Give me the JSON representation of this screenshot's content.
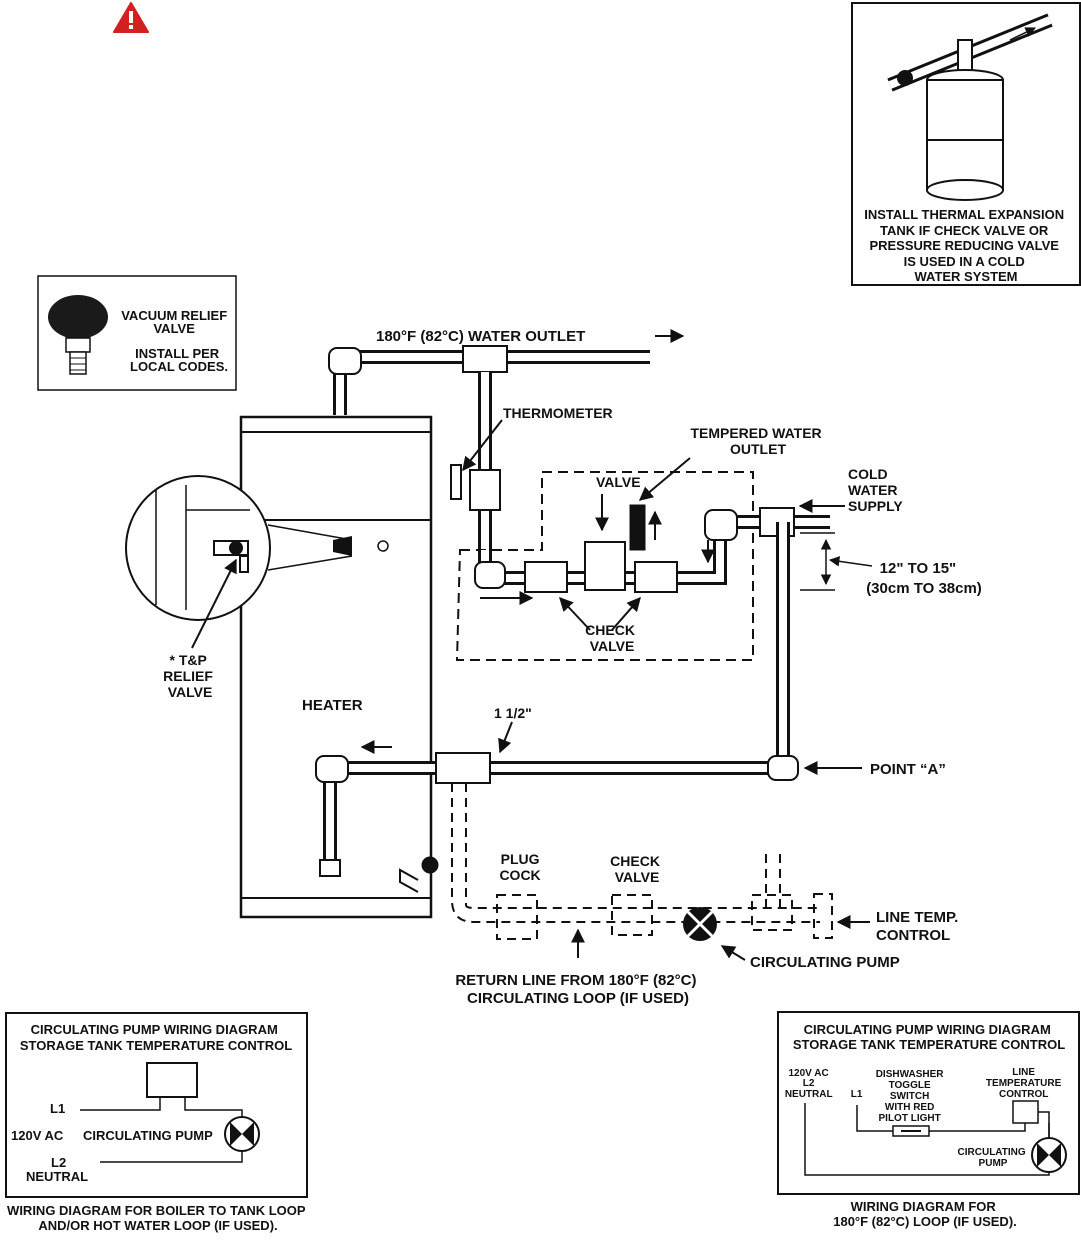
{
  "warning_icon": "warning-triangle-icon",
  "expansion_tank": {
    "lines": [
      "INSTALL THERMAL EXPANSION",
      "TANK IF CHECK VALVE OR",
      "PRESSURE REDUCING VALVE",
      "IS USED IN A COLD",
      "WATER SYSTEM"
    ]
  },
  "vacuum_relief": {
    "title_lines": [
      "VACUUM RELIEF",
      "VALVE"
    ],
    "note_lines": [
      "INSTALL PER",
      "LOCAL CODES."
    ]
  },
  "labels": {
    "water_outlet": "180°F (82°C) WATER OUTLET",
    "thermometer": "THERMOMETER",
    "tempered_outlet": [
      "TEMPERED WATER",
      "OUTLET"
    ],
    "valve": "VALVE",
    "cold_supply": [
      "COLD",
      "WATER",
      "SUPPLY"
    ],
    "dimension": [
      "12\" TO 15\"",
      "(30cm TO 38cm)"
    ],
    "check_valve_upper": [
      "CHECK",
      "VALVE"
    ],
    "tp_relief": [
      "* T&P",
      "RELIEF",
      "VALVE"
    ],
    "heater": "HEATER",
    "pipe_size": "1 1/2\"",
    "point_a": "POINT “A”",
    "plug_cock": [
      "PLUG",
      "COCK"
    ],
    "check_valve_lower": [
      "CHECK",
      "VALVE"
    ],
    "line_temp_control": [
      "LINE TEMP.",
      "CONTROL"
    ],
    "circulating_pump": "CIRCULATING PUMP",
    "return_line": [
      "RETURN LINE FROM 180°F (82°C)",
      "CIRCULATING LOOP (IF USED)"
    ]
  },
  "wiring_left": {
    "title_lines": [
      "CIRCULATING PUMP WIRING DIAGRAM",
      "STORAGE TANK TEMPERATURE CONTROL"
    ],
    "l1": "L1",
    "voltage": "120V AC",
    "pump": "CIRCULATING PUMP",
    "l2": "L2",
    "neutral": "NEUTRAL",
    "caption_lines": [
      "WIRING DIAGRAM FOR BOILER TO TANK LOOP",
      "AND/OR HOT WATER LOOP (IF USED)."
    ]
  },
  "wiring_right": {
    "title_lines": [
      "CIRCULATING PUMP WIRING DIAGRAM",
      "STORAGE TANK TEMPERATURE CONTROL"
    ],
    "supply_lines": [
      "120V AC",
      "L2",
      "NEUTRAL"
    ],
    "l1": "L1",
    "switch_lines": [
      "DISHWASHER",
      "TOGGLE",
      "SWITCH",
      "WITH RED",
      "PILOT LIGHT"
    ],
    "control_lines": [
      "LINE",
      "TEMPERATURE",
      "CONTROL"
    ],
    "pump_lines": [
      "CIRCULATING",
      "PUMP"
    ],
    "caption_lines": [
      "WIRING DIAGRAM FOR",
      "180°F (82°C) LOOP (IF USED)."
    ]
  }
}
